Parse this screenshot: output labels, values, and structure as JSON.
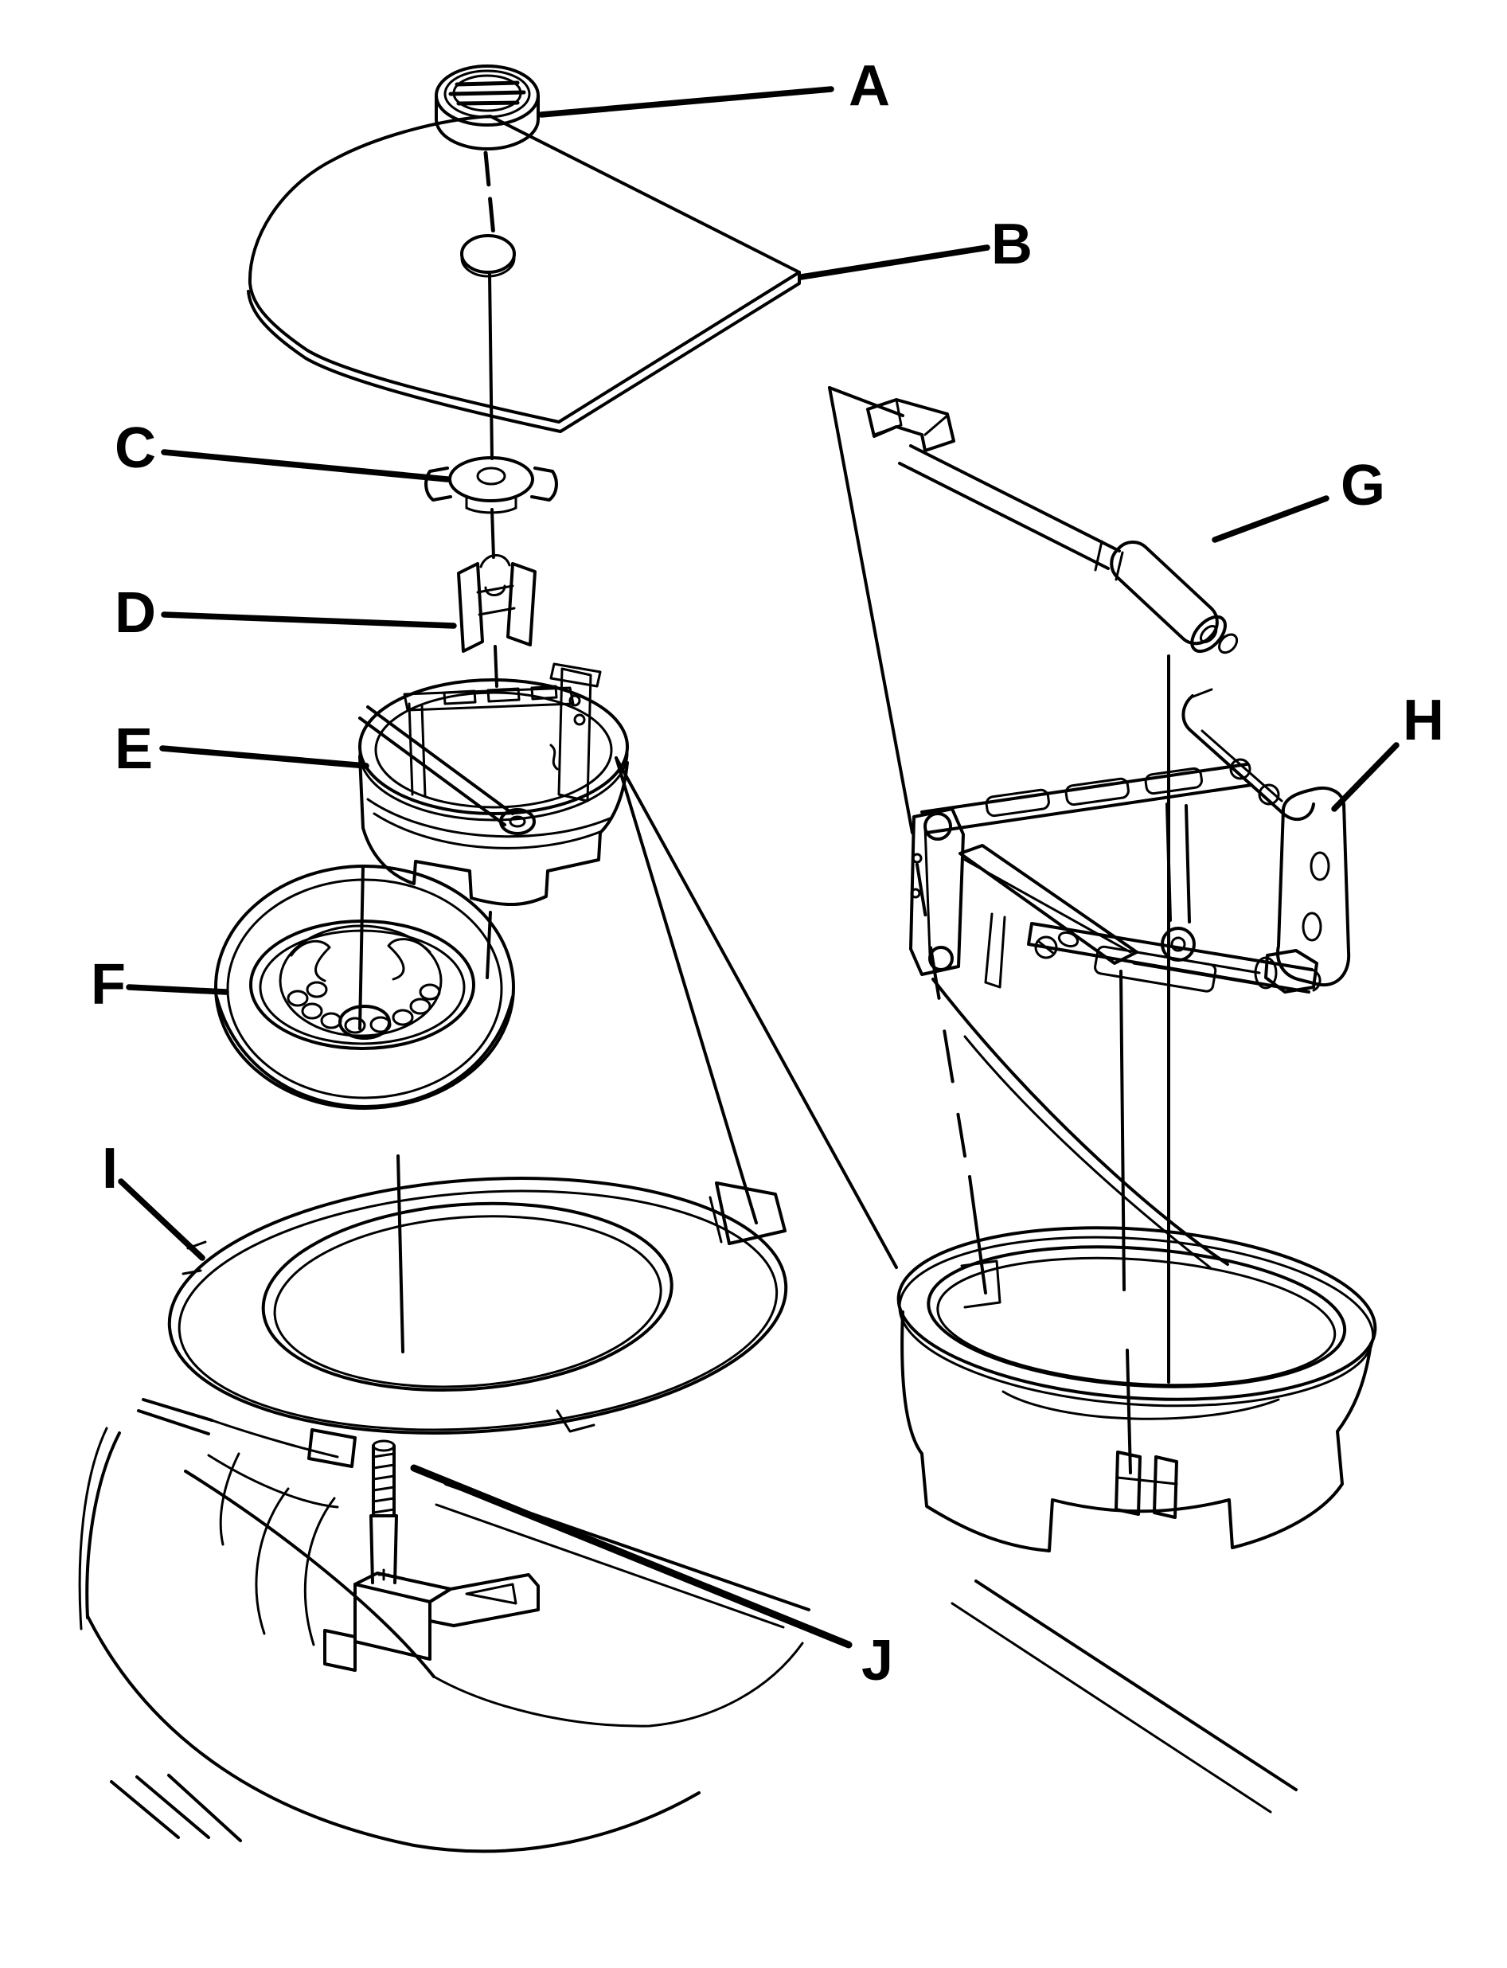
{
  "figure": {
    "background": "#ffffff",
    "ink": "#000000",
    "type": "exploded-parts-line-diagram",
    "labels": [
      {
        "letter": "A"
      },
      {
        "letter": "B"
      },
      {
        "letter": "C"
      },
      {
        "letter": "D"
      },
      {
        "letter": "E"
      },
      {
        "letter": "F"
      },
      {
        "letter": "G"
      },
      {
        "letter": "H"
      },
      {
        "letter": "I"
      },
      {
        "letter": "J"
      }
    ]
  }
}
